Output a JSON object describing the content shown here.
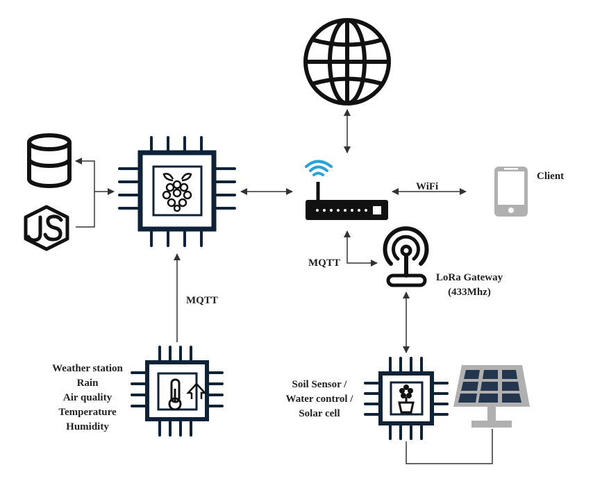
{
  "labels": {
    "client": "Client",
    "wifi": "WiFi",
    "mqtt_top": "MQTT",
    "mqtt_left": "MQTT",
    "lora_gateway": [
      "LoRa Gateway",
      "(433Mhz)"
    ],
    "weather_station": [
      "Weather station",
      "Rain",
      "Air quality",
      "Temperature",
      "Humidity"
    ],
    "soil_sensor": [
      "Soil Sensor /",
      "Water control /",
      "Solar cell"
    ]
  },
  "icons": {
    "internet": "globe-icon",
    "database": "database-icon",
    "server_runtime": "nodejs-icon",
    "main_controller": "raspberry-pi-chip-icon",
    "router": "wifi-router-icon",
    "client_device": "smartphone-icon",
    "lora": "lora-antenna-icon",
    "weather_node": "thermometer-chip-icon",
    "soil_node": "plant-chip-icon",
    "solar": "solar-panel-icon"
  },
  "colors": {
    "chip_dark": "#0e2238",
    "line": "#333333",
    "text": "#222222",
    "phone": "#b0b0b0"
  }
}
